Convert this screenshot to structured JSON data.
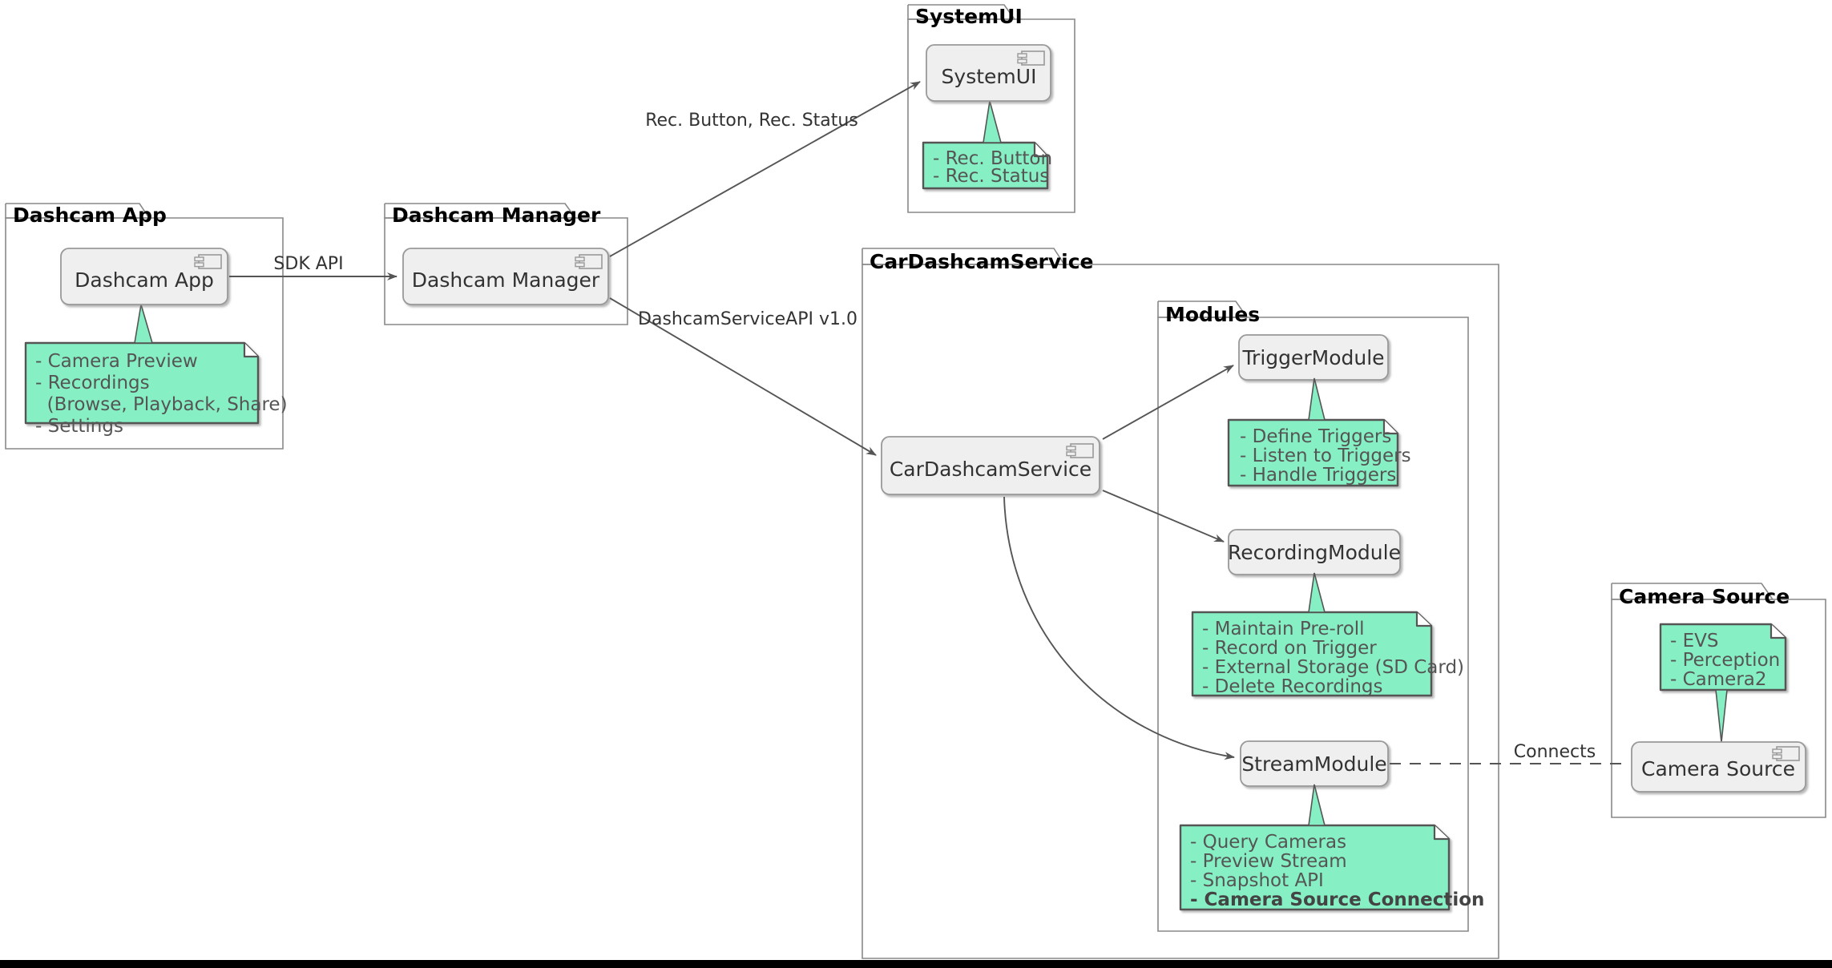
{
  "diagram": {
    "type": "uml-component-diagram",
    "colors": {
      "note_fill": "#86F0C4",
      "note_border": "#555555",
      "component_fill": "#EFEFEF",
      "component_border": "#999999",
      "package_border": "#888888",
      "edge": "#555555",
      "title_text": "#000000",
      "body_text": "#333333",
      "note_text": "#555555",
      "page_background": "#FFFFFF",
      "bottom_band": "#000000"
    },
    "packages": [
      {
        "id": "dashcam-app",
        "label": "Dashcam App"
      },
      {
        "id": "dashcam-manager",
        "label": "Dashcam Manager"
      },
      {
        "id": "systemui",
        "label": "SystemUI"
      },
      {
        "id": "cardashcamservice",
        "label": "CarDashcamService"
      },
      {
        "id": "modules",
        "label": "Modules"
      },
      {
        "id": "camera-source",
        "label": "Camera Source"
      }
    ],
    "components": [
      {
        "id": "dashcam-app",
        "label": "Dashcam App",
        "has_icon": true
      },
      {
        "id": "dashcam-manager",
        "label": "Dashcam Manager",
        "has_icon": true
      },
      {
        "id": "systemui",
        "label": "SystemUI",
        "has_icon": true
      },
      {
        "id": "cardashcamservice",
        "label": "CarDashcamService",
        "has_icon": true
      },
      {
        "id": "triggermodule",
        "label": "TriggerModule",
        "has_icon": false
      },
      {
        "id": "recordingmodule",
        "label": "RecordingModule",
        "has_icon": false
      },
      {
        "id": "streammodule",
        "label": "StreamModule",
        "has_icon": false
      },
      {
        "id": "camera-source",
        "label": "Camera Source",
        "has_icon": true
      }
    ],
    "notes": [
      {
        "id": "note-dashcam-app",
        "attached_to": "dashcam-app",
        "lines": [
          {
            "text": "- Camera Preview",
            "bold": false
          },
          {
            "text": "- Recordings",
            "bold": false
          },
          {
            "text": "  (Browse, Playback, Share)",
            "bold": false
          },
          {
            "text": "- Settings",
            "bold": false
          }
        ]
      },
      {
        "id": "note-systemui",
        "attached_to": "systemui",
        "lines": [
          {
            "text": "- Rec. Button",
            "bold": false
          },
          {
            "text": "- Rec. Status",
            "bold": false
          }
        ]
      },
      {
        "id": "note-triggermodule",
        "attached_to": "triggermodule",
        "lines": [
          {
            "text": "- Define Triggers",
            "bold": false
          },
          {
            "text": "- Listen to Triggers",
            "bold": false
          },
          {
            "text": "- Handle Triggers",
            "bold": false
          }
        ]
      },
      {
        "id": "note-recordingmodule",
        "attached_to": "recordingmodule",
        "lines": [
          {
            "text": "- Maintain Pre-roll",
            "bold": false
          },
          {
            "text": "- Record on Trigger",
            "bold": false
          },
          {
            "text": "- External Storage (SD Card)",
            "bold": false
          },
          {
            "text": "- Delete Recordings",
            "bold": false
          }
        ]
      },
      {
        "id": "note-streammodule",
        "attached_to": "streammodule",
        "lines": [
          {
            "text": "- Query Cameras",
            "bold": false
          },
          {
            "text": "- Preview Stream",
            "bold": false
          },
          {
            "text": "- Snapshot API",
            "bold": false
          },
          {
            "text": "- Camera Source Connection",
            "bold": true
          }
        ]
      },
      {
        "id": "note-camera-source",
        "attached_to": "camera-source",
        "lines": [
          {
            "text": "- EVS",
            "bold": false
          },
          {
            "text": "- Perception",
            "bold": false
          },
          {
            "text": "- Camera2",
            "bold": false
          }
        ]
      }
    ],
    "edges": [
      {
        "id": "edge-sdk-api",
        "from": "dashcam-app",
        "to": "dashcam-manager",
        "label": "SDK API",
        "style": "solid-arrow"
      },
      {
        "id": "edge-rec-button-status",
        "from": "dashcam-manager",
        "to": "systemui",
        "label": "Rec. Button, Rec. Status",
        "style": "solid-arrow"
      },
      {
        "id": "edge-dashcamserviceapi",
        "from": "dashcam-manager",
        "to": "cardashcamservice",
        "label": "DashcamServiceAPI v1.0",
        "style": "solid-arrow"
      },
      {
        "id": "edge-to-triggermodule",
        "from": "cardashcamservice",
        "to": "triggermodule",
        "label": "",
        "style": "solid-arrow"
      },
      {
        "id": "edge-to-recordingmodule",
        "from": "cardashcamservice",
        "to": "recordingmodule",
        "label": "",
        "style": "solid-arrow"
      },
      {
        "id": "edge-to-streammodule",
        "from": "cardashcamservice",
        "to": "streammodule",
        "label": "",
        "style": "solid-arrow"
      },
      {
        "id": "edge-connects",
        "from": "streammodule",
        "to": "camera-source",
        "label": "Connects",
        "style": "dashed"
      }
    ]
  }
}
